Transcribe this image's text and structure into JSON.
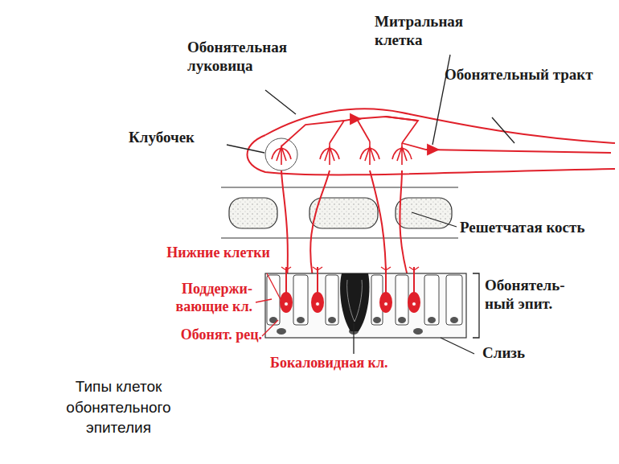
{
  "diagram": {
    "caption": "Типы клеток обонятельного эпителия",
    "labels": [
      "Обонятельная луковица",
      "Митральная клетка",
      "Обонятельный тракт",
      "Клубочек",
      "Решетчатая кость",
      "Нижние клетки",
      "Поддержи-вающие кл.",
      "Обонят. рец.",
      "Обонятель-ный эпит.",
      "Бокаловидная кл.",
      "Слизь"
    ]
  }
}
